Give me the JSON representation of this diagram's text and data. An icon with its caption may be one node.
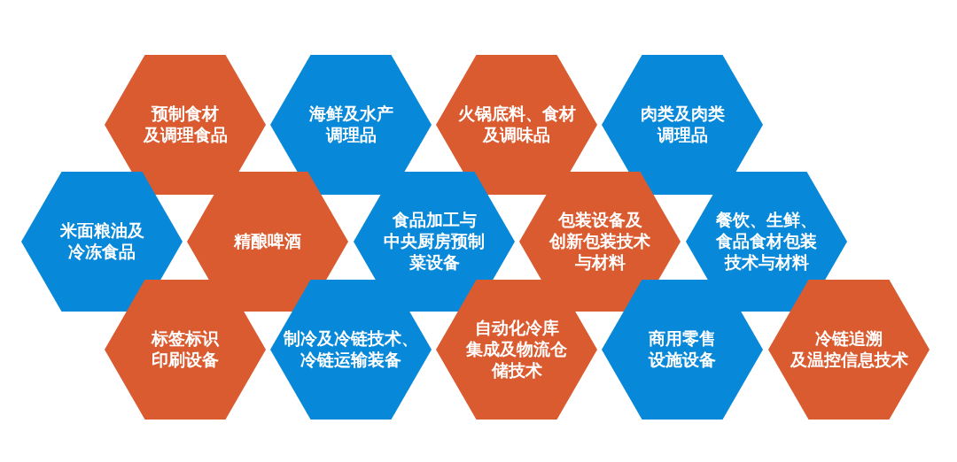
{
  "diagram": {
    "nodes": [
      {
        "text": [
          "预制食材及调理食品"
        ]
      },
      {
        "text": [
          "海鲜及水产调理品"
        ]
      },
      {
        "text": [
          "火锅底料、食材及调味品"
        ]
      },
      {
        "text": [
          "肉类及肉类调理品"
        ]
      },
      {
        "text": [
          "米面粮油及冷冻食品"
        ]
      },
      {
        "text": [
          "精酿啤酒"
        ]
      },
      {
        "text": [
          "食品加工与中央厨房预制菜设备"
        ]
      },
      {
        "text": [
          "包装设备及创新包装技术与材料"
        ]
      },
      {
        "text": [
          "餐饮、生鲜、食品食材包装技术与材料"
        ]
      },
      {
        "text": [
          "标签标识印刷设备"
        ]
      },
      {
        "text": [
          "制冷及冷链技术、冷链运输装备"
        ]
      },
      {
        "text": [
          "自动化冷库集成及物流仓储技术"
        ]
      },
      {
        "text": [
          "商用零售设施设备"
        ]
      },
      {
        "text": [
          "冷链追溯及温控信息技术"
        ]
      }
    ]
  }
}
